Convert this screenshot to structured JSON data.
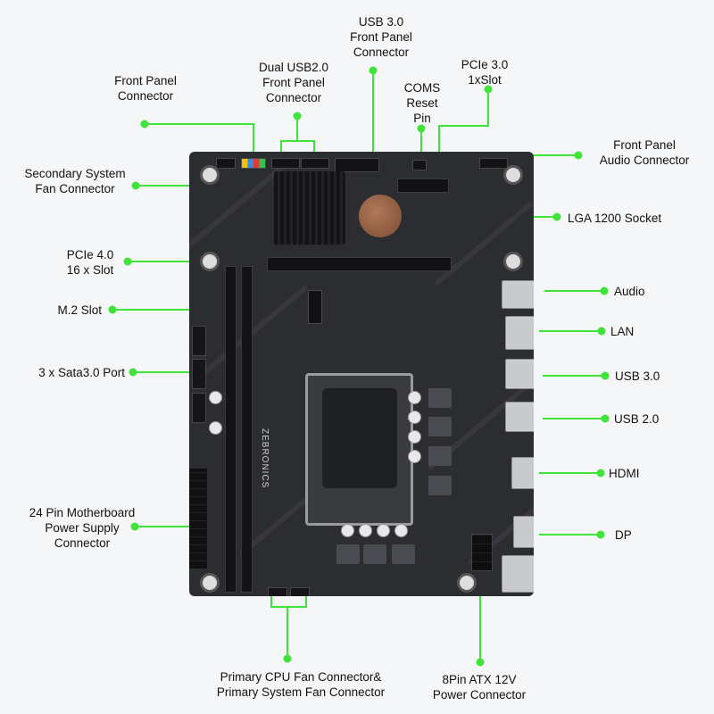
{
  "diagram": {
    "subject": "Motherboard component layout",
    "brand_mark": "ZEBRONICS",
    "accent_color": "#3fe33a",
    "background_color": "#f5f6f8",
    "board_color": "#2c2d31"
  },
  "labels": {
    "front_panel_connector": [
      "Front Panel",
      "Connector"
    ],
    "dual_usb2_front_panel": [
      "Dual USB2.0",
      "Front Panel",
      "Connector"
    ],
    "usb3_front_panel": [
      "USB 3.0",
      "Front Panel",
      "Connector"
    ],
    "coms_reset_pin": [
      "COMS",
      "Reset",
      "Pin"
    ],
    "pcie3_x1_slot": [
      "PCIe 3.0",
      "1xSlot"
    ],
    "front_panel_audio": [
      "Front Panel",
      "Audio Connector"
    ],
    "secondary_system_fan": [
      "Secondary System",
      "Fan Connector"
    ],
    "lga1200_socket": [
      "LGA 1200 Socket"
    ],
    "pcie4_x16_slot": [
      "PCIe 4.0",
      "16 x Slot"
    ],
    "m2_slot": [
      "M.2 Slot"
    ],
    "sata3_ports": [
      "3 x Sata3.0 Port"
    ],
    "audio": [
      "Audio"
    ],
    "lan": [
      "LAN"
    ],
    "usb3": [
      "USB 3.0"
    ],
    "usb2": [
      "USB 2.0"
    ],
    "hdmi": [
      "HDMI"
    ],
    "dp": [
      "DP"
    ],
    "atx24_power": [
      "24 Pin  Motherboard",
      "Power Supply",
      "Connector"
    ],
    "cpu_sys_fan": [
      "Primary CPU Fan Connector&",
      "Primary System Fan Connector"
    ],
    "atx8_12v": [
      "8Pin ATX 12V",
      "Power Connector"
    ]
  }
}
